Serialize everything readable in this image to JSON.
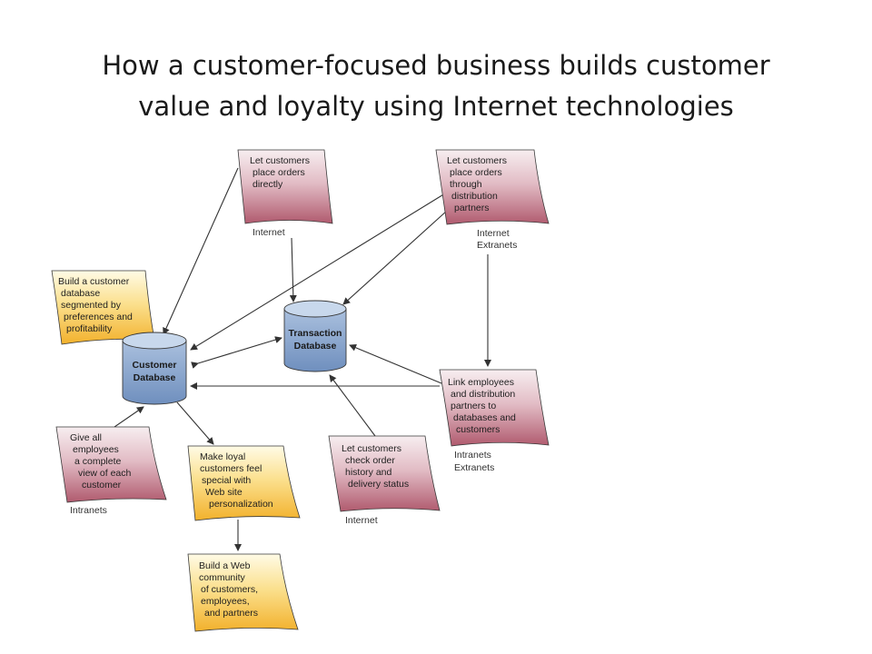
{
  "title": {
    "line1": "How a customer-focused business builds customer",
    "line2": "value and loyalty using Internet technologies"
  },
  "colors": {
    "red_note_top": "#f7eef0",
    "red_note_bottom": "#b05a6e",
    "yellow_note_top": "#fffbe6",
    "yellow_note_bottom": "#f2b12c",
    "db_top": "#c8d8ec",
    "db_body": "#7896c2",
    "arrow": "#333333"
  },
  "databases": {
    "customer": {
      "line1": "Customer",
      "line2": "Database"
    },
    "transaction": {
      "line1": "Transaction",
      "line2": "Database"
    }
  },
  "notes": {
    "place_orders_directly": {
      "lines": [
        "Let customers",
        "place orders",
        "directly"
      ],
      "label": "Internet"
    },
    "distribution_partners": {
      "lines": [
        "Let customers",
        "place orders",
        "through",
        "distribution",
        "partners"
      ],
      "label1": "Internet",
      "label2": "Extranets"
    },
    "build_database": {
      "lines": [
        "Build a customer",
        "database",
        "segmented by",
        "preferences and",
        "profitability"
      ]
    },
    "link_employees": {
      "lines": [
        "Link employees",
        "and distribution",
        "partners to",
        "databases and",
        "customers"
      ],
      "label1": "Intranets",
      "label2": "Extranets"
    },
    "give_employees": {
      "lines": [
        "Give all",
        "employees",
        "a complete",
        "view of each",
        "customer"
      ],
      "label": "Intranets"
    },
    "make_loyal": {
      "lines": [
        "Make loyal",
        "customers feel",
        "special with",
        "Web site",
        "personalization"
      ]
    },
    "check_order": {
      "lines": [
        "Let customers",
        "check order",
        "history and",
        "delivery status"
      ],
      "label": "Internet"
    },
    "web_community": {
      "lines": [
        "Build a Web",
        "community",
        "of customers,",
        "employees,",
        "and partners"
      ]
    }
  }
}
